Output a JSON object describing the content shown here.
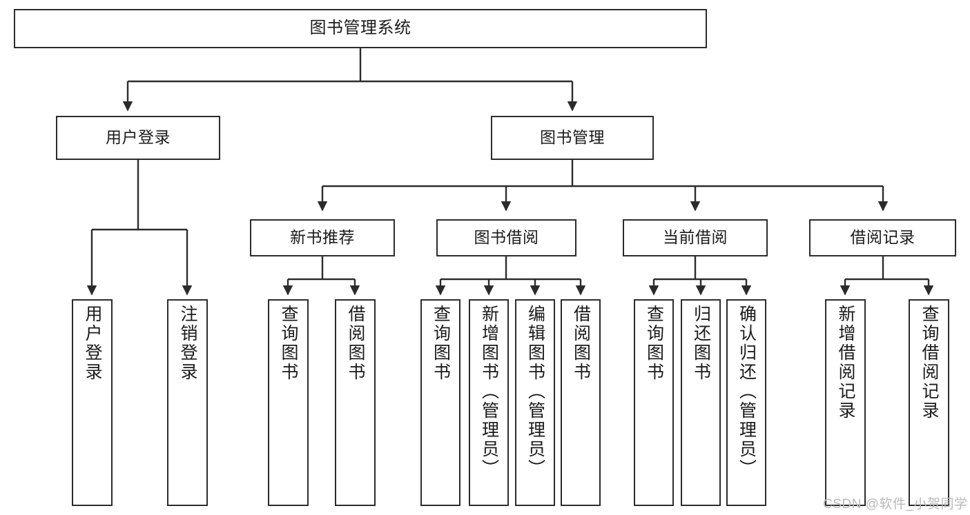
{
  "diagram": {
    "title": "图书管理系统",
    "type": "functional-structure-tree",
    "line_color": "#2b2b2b",
    "box_fill": "#ffffff",
    "nodes": {
      "root": {
        "label": "图书管理系统"
      },
      "level1": [
        {
          "label": "用户登录"
        },
        {
          "label": "图书管理"
        }
      ],
      "level2": [
        {
          "label": "新书推荐"
        },
        {
          "label": "图书借阅"
        },
        {
          "label": "当前借阅"
        },
        {
          "label": "借阅记录"
        }
      ],
      "leaves_user_login": [
        {
          "label": "用户登录"
        },
        {
          "label": "注销登录"
        }
      ],
      "leaves_new_book": [
        {
          "label": "查询图书"
        },
        {
          "label": "借阅图书"
        }
      ],
      "leaves_borrow": [
        {
          "label": "查询图书"
        },
        {
          "label": "新增图书（管理员）"
        },
        {
          "label": "编辑图书（管理员）"
        },
        {
          "label": "借阅图书"
        }
      ],
      "leaves_current": [
        {
          "label": "查询图书"
        },
        {
          "label": "归还图书"
        },
        {
          "label": "确认归还（管理员）"
        }
      ],
      "leaves_record": [
        {
          "label": "新增借阅记录"
        },
        {
          "label": "查询借阅记录"
        }
      ]
    }
  },
  "watermark": {
    "text": "CSDN @软件_小贺同学",
    "color": "#b9b9b9"
  }
}
